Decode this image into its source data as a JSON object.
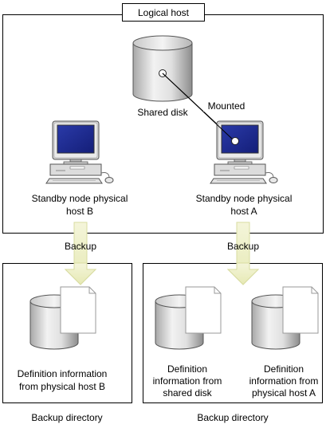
{
  "logical_host": {
    "title": "Logical host",
    "shared_disk_label": "Shared disk",
    "mounted_label": "Mounted",
    "host_b_line1": "Standby node physical",
    "host_b_line2": "host B",
    "host_a_line1": "Standby node physical",
    "host_a_line2": "host A"
  },
  "arrows": {
    "left_label": "Backup",
    "right_label": "Backup"
  },
  "backup_left": {
    "desc_line1": "Definition information",
    "desc_line2": "from physical host B",
    "caption": "Backup directory"
  },
  "backup_right": {
    "shared_line1": "Definition",
    "shared_line2": "information from",
    "shared_line3": "shared disk",
    "hostA_line1": "Definition",
    "hostA_line2": "information from",
    "hostA_line3": "physical host A",
    "caption": "Backup directory"
  },
  "colors": {
    "arrow_fill": "#eef0c8",
    "arrow_stroke": "#d8dca0",
    "screen": "#1e2c96",
    "cylinder_light": "#e6e6e6",
    "cylinder_dark": "#9a9a9a"
  }
}
